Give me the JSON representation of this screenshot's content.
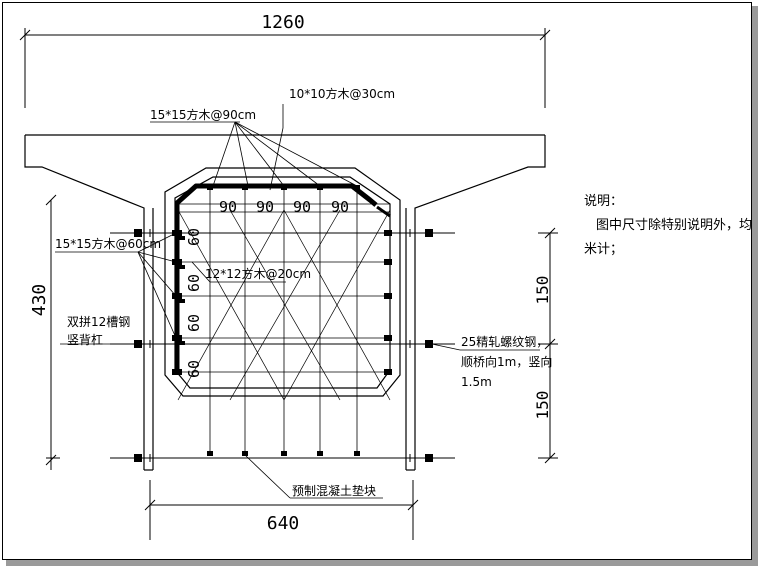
{
  "dimensions": {
    "top_width": "1260",
    "bottom_width": "640",
    "left_height": "430",
    "right_upper": "150",
    "right_lower": "150"
  },
  "spacings": {
    "top": [
      "90",
      "90",
      "90",
      "90"
    ],
    "left": [
      "60",
      "60",
      "60",
      "60"
    ]
  },
  "labels": {
    "beam_15x15_90": "15*15方木@90cm",
    "beam_10x10_30": "10*10方木@30cm",
    "beam_15x15_60": "15*15方木@60cm",
    "beam_12x12_20": "12*12方木@20cm",
    "channel_line1": "双拼12槽钢",
    "channel_line2": "竖背杠",
    "rebar_line1": "25精轧螺纹钢，",
    "rebar_line2": "顺桥向1m，竖向",
    "rebar_line3": "1.5m",
    "pad_block": "预制混凝土垫块"
  },
  "notes": {
    "title": "说明：",
    "line1": "图中尺寸除特别说明外，均以厘",
    "line2": "米计；"
  }
}
